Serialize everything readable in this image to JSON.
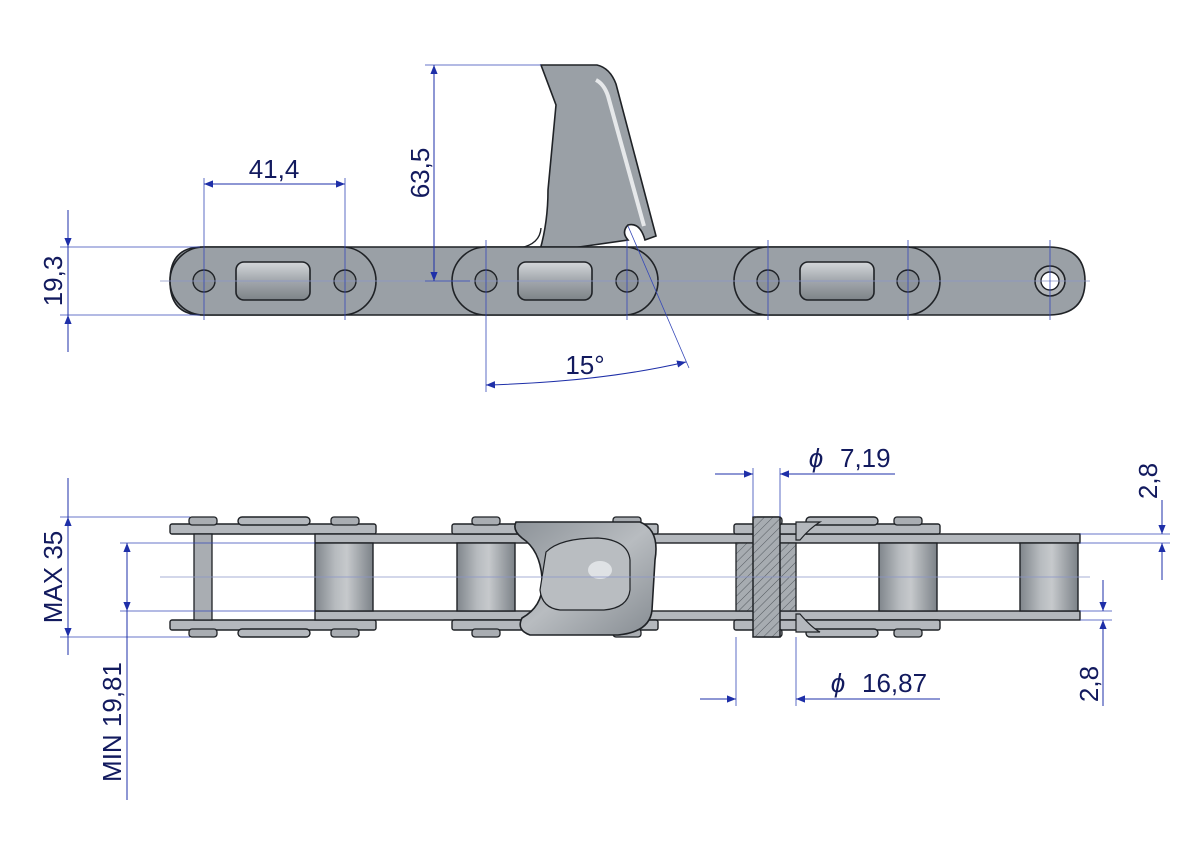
{
  "dimensions": {
    "pitch": "41,4",
    "height": "63,5",
    "plate_width": "19,3",
    "angle": "15°",
    "pin_diameter_symbol": "ϕ",
    "pin_diameter": "7,19",
    "roller_diameter_symbol": "ϕ",
    "roller_diameter": "16,87",
    "plate_thickness_top": "2,8",
    "plate_thickness_bottom": "2,8",
    "max_width": "MAX 35",
    "min_inner_width": "MIN 19,81"
  },
  "colors": {
    "dimension": "#1e2fa8",
    "text": "#121a5e",
    "steel": "#9aa0a6"
  }
}
